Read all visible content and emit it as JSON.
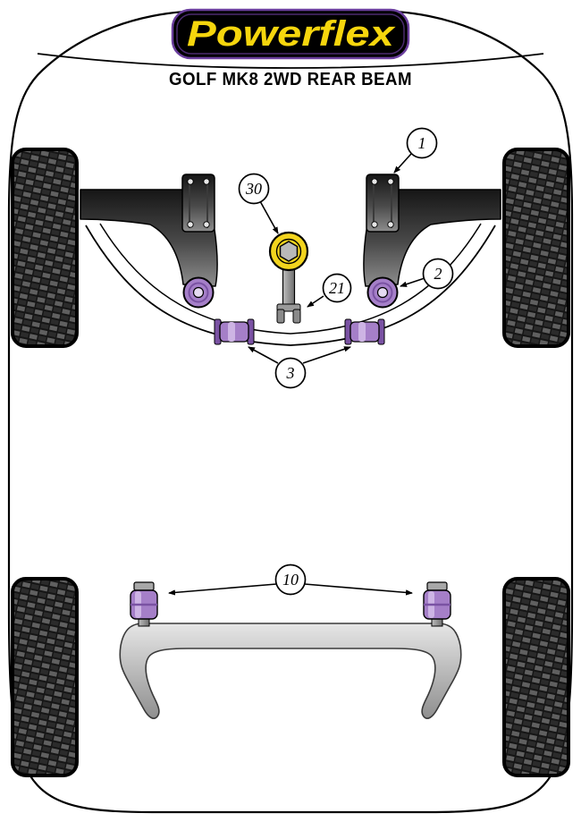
{
  "logo": {
    "text": "Powerflex"
  },
  "heading": "GOLF MK8 2WD REAR BEAM",
  "callouts": {
    "c1": "1",
    "c2": "2",
    "c3": "3",
    "c10": "10",
    "c21": "21",
    "c30": "30"
  },
  "colors": {
    "brand_yellow": "#f6d60d",
    "brand_purple": "#6b3f9e",
    "logo_inner_line": "#4a2a6e",
    "bush_purple": "#a57fc8",
    "bush_purple_light": "#cdb4e4",
    "bush_purple_dark": "#7a52a3",
    "part_yellow": "#f2d41e",
    "diagram_line": "#000000"
  }
}
